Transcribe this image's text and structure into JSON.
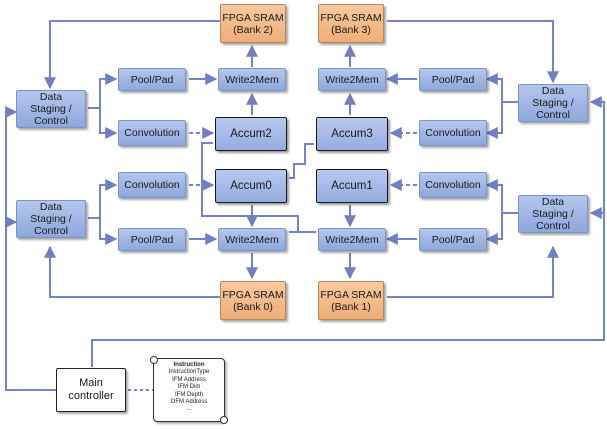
{
  "diagram": {
    "sram": {
      "bank2": [
        "FPGA SRAM",
        "(Bank 2)"
      ],
      "bank3": [
        "FPGA SRAM",
        "(Bank 3)"
      ],
      "bank0": [
        "FPGA SRAM",
        "(Bank 0)"
      ],
      "bank1": [
        "FPGA SRAM",
        "(Bank 1)"
      ]
    },
    "staging": [
      "Data",
      "Staging /",
      "Control"
    ],
    "pool": "Pool/Pad",
    "conv": "Convolution",
    "write": "Write2Mem",
    "accum": {
      "a0": "Accum0",
      "a1": "Accum1",
      "a2": "Accum2",
      "a3": "Accum3"
    },
    "main_controller": [
      "Main",
      "controller"
    ],
    "instruction": {
      "title": "Instruction",
      "fields": [
        "InstructionType",
        "IFM Address",
        "IFM Dim",
        "IFM Depth",
        "OFM Address",
        "..."
      ]
    },
    "colors": {
      "block_fill": "#a6bbe6",
      "sram_fill": "#f2b98a",
      "wire": "#7082c4"
    }
  }
}
